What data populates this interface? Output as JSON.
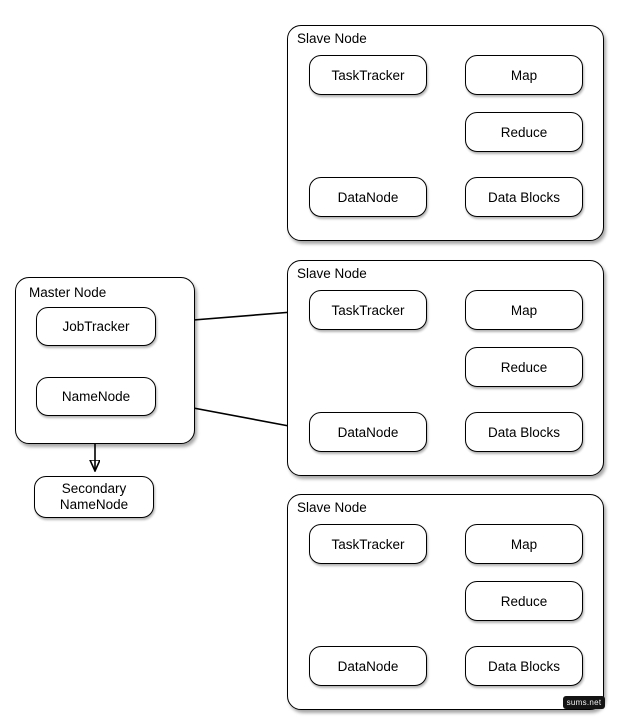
{
  "master_node": {
    "title": "Master Node",
    "job_tracker_label": "JobTracker",
    "name_node_label": "NameNode"
  },
  "secondary_name_node": {
    "label": "Secondary\nNameNode"
  },
  "slave_nodes": [
    {
      "title": "Slave Node",
      "task_tracker": "TaskTracker",
      "map": "Map",
      "reduce": "Reduce",
      "data_node": "DataNode",
      "data_blocks": "Data Blocks"
    },
    {
      "title": "Slave Node",
      "task_tracker": "TaskTracker",
      "map": "Map",
      "reduce": "Reduce",
      "data_node": "DataNode",
      "data_blocks": "Data Blocks"
    },
    {
      "title": "Slave Node",
      "task_tracker": "TaskTracker",
      "map": "Map",
      "reduce": "Reduce",
      "data_node": "DataNode",
      "data_blocks": "Data Blocks"
    }
  ],
  "watermark": "sums.net",
  "colors": {
    "border": "#000000",
    "fill": "#ffffff",
    "background": "#ffffff"
  }
}
